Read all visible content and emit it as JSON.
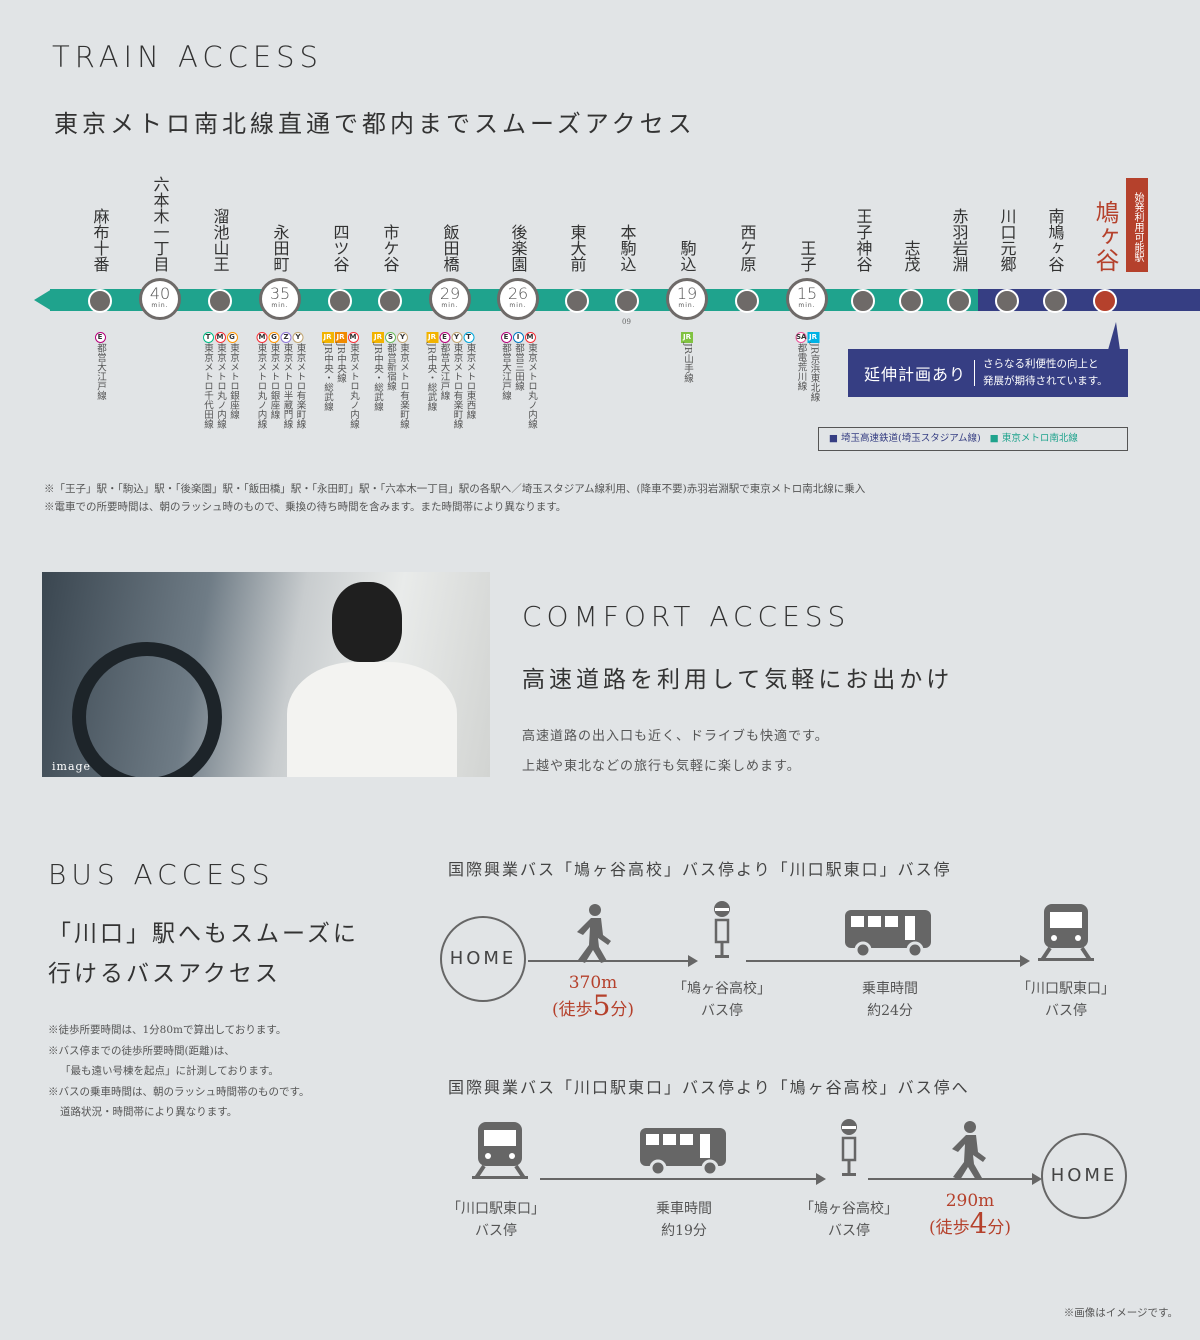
{
  "train": {
    "heading": "TRAIN ACCESS",
    "subtitle": "東京メトロ南北線直通で都内までスムーズアクセス",
    "stations": [
      {
        "name": "麻布十番",
        "xfer": {
          "badges": [
            [
              "E",
              "#b6007a"
            ]
          ],
          "lines": [
            "都営大江戸線"
          ]
        }
      },
      {
        "name": "六本木一丁目",
        "time": "40"
      },
      {
        "name": "溜池山王",
        "xfer": {
          "badges": [
            [
              "T",
              "#00bb85"
            ],
            [
              "M",
              "#f62e36"
            ],
            [
              "G",
              "#ff9500"
            ]
          ],
          "lines": [
            "東京メトロ千代田線",
            "東京メトロ丸ノ内線",
            "東京メトロ銀座線"
          ]
        }
      },
      {
        "name": "永田町",
        "time": "35",
        "xfer": {
          "badges": [
            [
              "M",
              "#f62e36"
            ],
            [
              "G",
              "#ff9500"
            ],
            [
              "Z",
              "#8f76d6"
            ],
            [
              "Y",
              "#c1a470"
            ]
          ],
          "lines": [
            "東京メトロ丸ノ内線",
            "東京メトロ銀座線",
            "東京メトロ半蔵門線",
            "東京メトロ有楽町線"
          ]
        }
      },
      {
        "name": "四ツ谷",
        "xfer": {
          "badges": [
            [
              "JR",
              "#f2b300",
              1
            ],
            [
              "JR",
              "#f08a00",
              1
            ],
            [
              "M",
              "#f62e36"
            ]
          ],
          "lines": [
            "JR中央・総武線",
            "JR中央線",
            "東京メトロ丸ノ内線"
          ]
        }
      },
      {
        "name": "市ケ谷",
        "xfer": {
          "badges": [
            [
              "JR",
              "#f2b300",
              1
            ],
            [
              "S",
              "#6cbb5a"
            ],
            [
              "Y",
              "#c1a470"
            ]
          ],
          "lines": [
            "JR中央・総武線",
            "都営新宿線",
            "東京メトロ有楽町線"
          ]
        }
      },
      {
        "name": "飯田橋",
        "time": "29",
        "xfer": {
          "badges": [
            [
              "JR",
              "#f2b300",
              1
            ],
            [
              "E",
              "#b6007a"
            ],
            [
              "Y",
              "#c1a470"
            ],
            [
              "T",
              "#00a7db"
            ]
          ],
          "lines": [
            "JR中央・総武線",
            "都営大江戸線",
            "東京メトロ有楽町線",
            "東京メトロ東西線"
          ]
        }
      },
      {
        "name": "後楽園",
        "time": "26",
        "xfer": {
          "badges": [
            [
              "E",
              "#b6007a"
            ],
            [
              "I",
              "#0079c2"
            ],
            [
              "M",
              "#f62e36"
            ]
          ],
          "lines": [
            "都営大江戸線",
            "都営三田線",
            "東京メトロ丸ノ内線"
          ]
        }
      },
      {
        "name": "東大前"
      },
      {
        "name": "本駒込",
        "code": "09"
      },
      {
        "name": "駒込",
        "time": "19",
        "xfer": {
          "badges": [
            [
              "JR",
              "#80c241",
              1
            ]
          ],
          "lines": [
            "JR山手線"
          ]
        }
      },
      {
        "name": "西ケ原"
      },
      {
        "name": "王子",
        "time": "15",
        "xfer": {
          "badges": [
            [
              "SA",
              "#e85298"
            ],
            [
              "JR",
              "#00b2e5",
              1
            ]
          ],
          "lines": [
            "都電荒川線",
            "JR京浜東北線"
          ]
        }
      },
      {
        "name": "王子神谷"
      },
      {
        "name": "志茂"
      },
      {
        "name": "赤羽岩淵"
      },
      {
        "name": "川口元郷"
      },
      {
        "name": "南鳩ヶ谷"
      },
      {
        "name": "鳩ヶ谷",
        "home": true
      }
    ],
    "min_label": "min.",
    "origin_badge": "始発利用可能駅",
    "callout_title": "延伸計画あり",
    "callout_text1": "さらなる利便性の向上と",
    "callout_text2": "発展が期待されています。",
    "legend_saitama": "埼玉高速鉄道(埼玉スタジアム線)",
    "legend_namboku": "東京メトロ南北線",
    "notes": [
      "※「王子」駅・「駒込」駅・「後楽園」駅・「飯田橋」駅・「永田町」駅・「六本木一丁目」駅の各駅へ／埼玉スタジアム線利用、(降車不要)赤羽岩淵駅で東京メトロ南北線に乗入",
      "※電車での所要時間は、朝のラッシュ時のもので、乗換の待ち時間を含みます。また時間帯により異なります。"
    ],
    "colors": {
      "namboku": "#1fa38d",
      "saitama": "#363e83",
      "home": "#b5412c"
    }
  },
  "comfort": {
    "image_label": "image",
    "heading": "COMFORT ACCESS",
    "subtitle": "高速道路を利用して気軽にお出かけ",
    "text1": "高速道路の出入口も近く、ドライブも快適です。",
    "text2": "上越や東北などの旅行も気軽に楽しめます。"
  },
  "bus": {
    "heading": "BUS ACCESS",
    "subtitle1": "「川口」駅へもスムーズに",
    "subtitle2": "行けるバスアクセス",
    "notes": [
      "※徒歩所要時間は、1分80mで算出しております。",
      "※バス停までの徒歩所要時間(距離)は、",
      "「最も遠い号棟を起点」に計測しております。",
      "※バスの乗車時間は、朝のラッシュ時間帯のものです。",
      "道路状況・時間帯により異なります。"
    ],
    "route1": {
      "title": "国際興業バス「鳩ヶ谷高校」バス停より「川口駅東口」バス停",
      "home": "HOME",
      "distance": "370m",
      "walk_pre": "(徒歩",
      "walk_num": "5",
      "walk_post": "分)",
      "stop1a": "「鳩ヶ谷高校」",
      "stop1b": "バス停",
      "ride_a": "乗車時間",
      "ride_b": "約24分",
      "stop2a": "「川口駅東口」",
      "stop2b": "バス停"
    },
    "route2": {
      "title": "国際興業バス「川口駅東口」バス停より「鳩ヶ谷高校」バス停へ",
      "home": "HOME",
      "distance": "290m",
      "walk_pre": "(徒歩",
      "walk_num": "4",
      "walk_post": "分)",
      "stop1a": "「川口駅東口」",
      "stop1b": "バス停",
      "ride_a": "乗車時間",
      "ride_b": "約19分",
      "stop2a": "「鳩ヶ谷高校」",
      "stop2b": "バス停"
    }
  },
  "footnote": "※画像はイメージです。"
}
